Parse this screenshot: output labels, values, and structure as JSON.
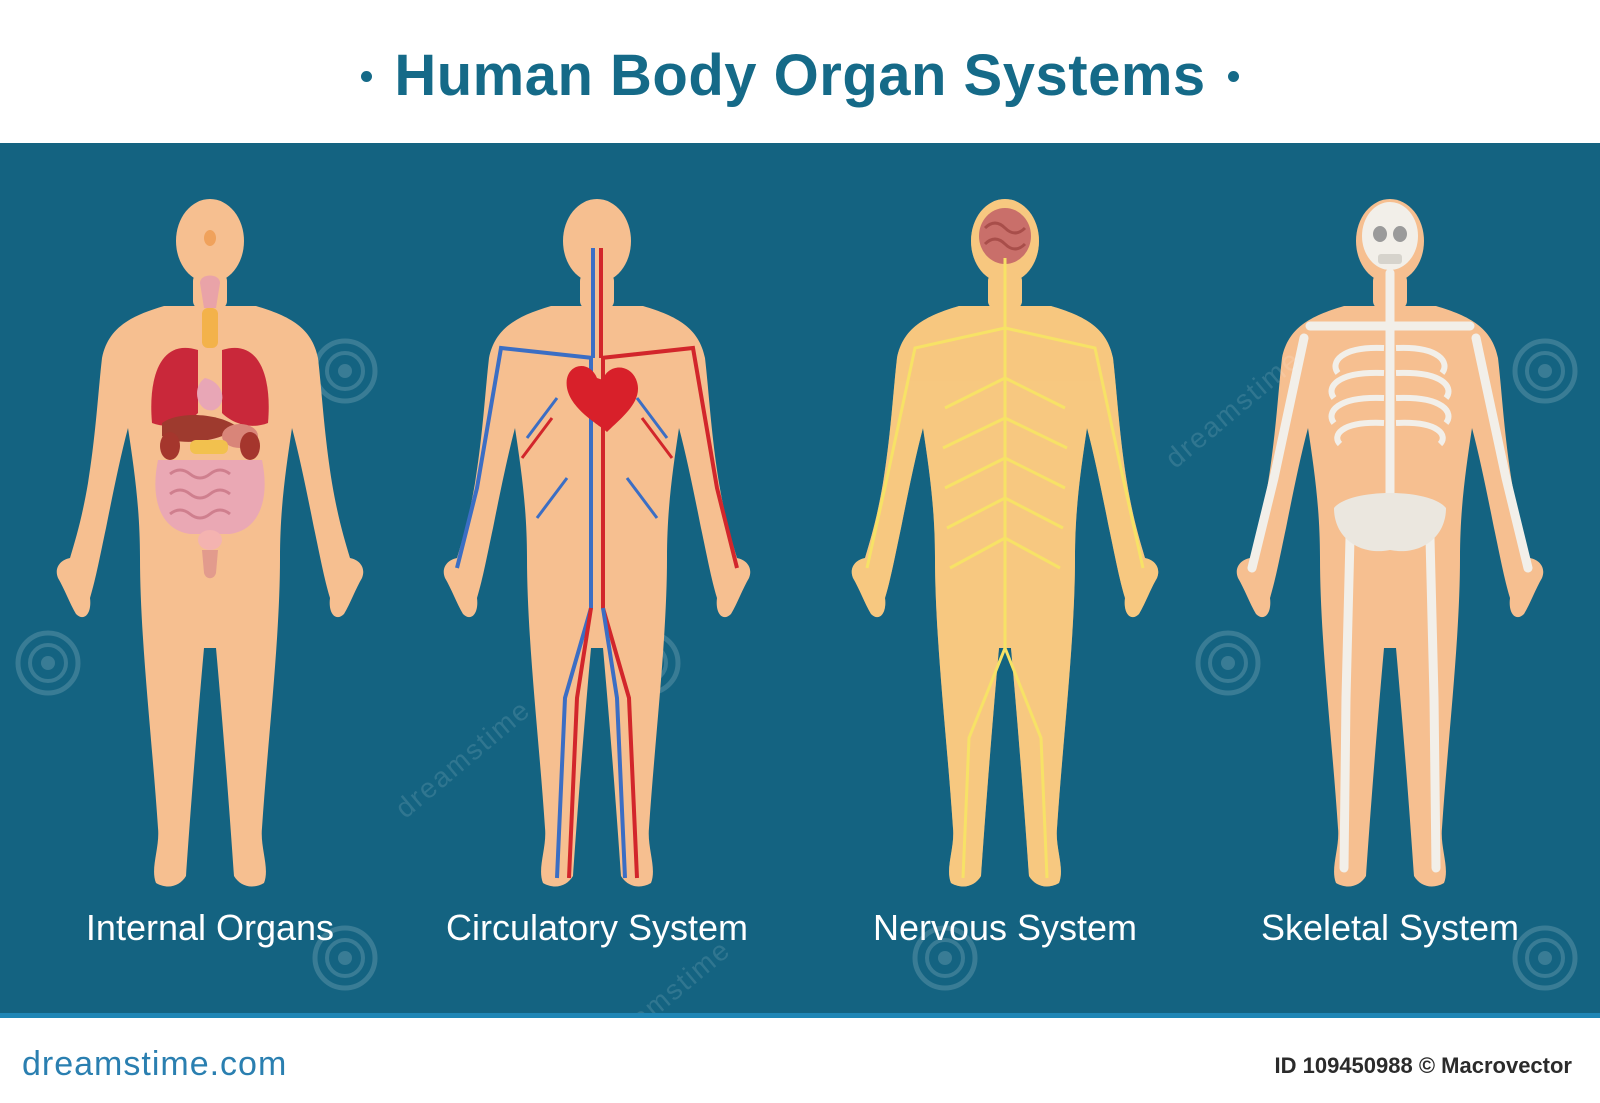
{
  "title": "Human Body Organ Systems",
  "figures": [
    {
      "label": "Internal Organs",
      "icon": "internal-organs-figure"
    },
    {
      "label": "Circulatory System",
      "icon": "circulatory-system-figure"
    },
    {
      "label": "Nervous System",
      "icon": "nervous-system-figure"
    },
    {
      "label": "Skeletal System",
      "icon": "skeletal-system-figure"
    }
  ],
  "watermark": {
    "text": "dreamstime",
    "icon": "swirl-watermark-icon"
  },
  "footer": {
    "brand": "dreamstime.com",
    "credit": "ID 109450988 © Macrovector"
  },
  "colors": {
    "panel": "#146381",
    "title": "#156a88",
    "skin": "#f6bf90",
    "artery": "#d2262b",
    "vein": "#3b6ec4",
    "nerve": "#f2d94a",
    "bone": "#f2efe9"
  }
}
